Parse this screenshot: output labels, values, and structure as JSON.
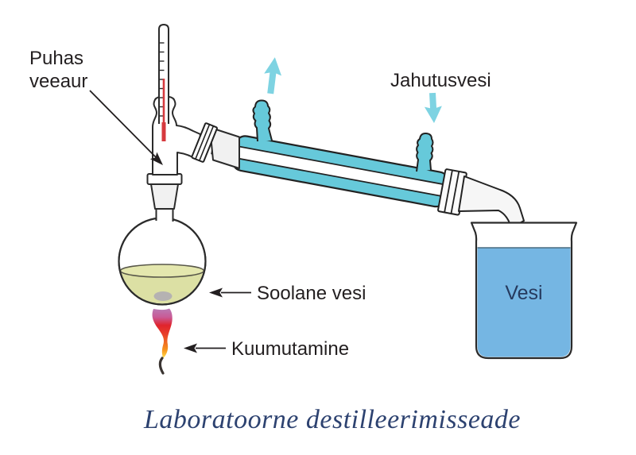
{
  "diagram": {
    "title": "Laboratoorne destilleerimisseade",
    "labels": {
      "pure_steam_line1": "Puhas",
      "pure_steam_line2": "veeaur",
      "cooling_water": "Jahutusvesi",
      "salty_water": "Soolane vesi",
      "heating": "Kuumutamine",
      "water": "Vesi"
    },
    "colors": {
      "condenser_glass": "#66c9da",
      "flow_arrow": "#7ed3e2",
      "beaker_water": "#75b6e3",
      "flask_liquid": "#dce0a4",
      "flask_liquid_surface": "#e4e7ae",
      "boiling_stone": "#b5b2b2",
      "thermometer_fluid": "#d6393e",
      "flame_top": "#b87cb6",
      "flame_red": "#e0242c",
      "flame_orange": "#f7941d",
      "flame_tip": "#ffe95e",
      "label_text": "#231f20",
      "title_text": "#2d4270",
      "water_label_text": "#263a5e"
    }
  }
}
